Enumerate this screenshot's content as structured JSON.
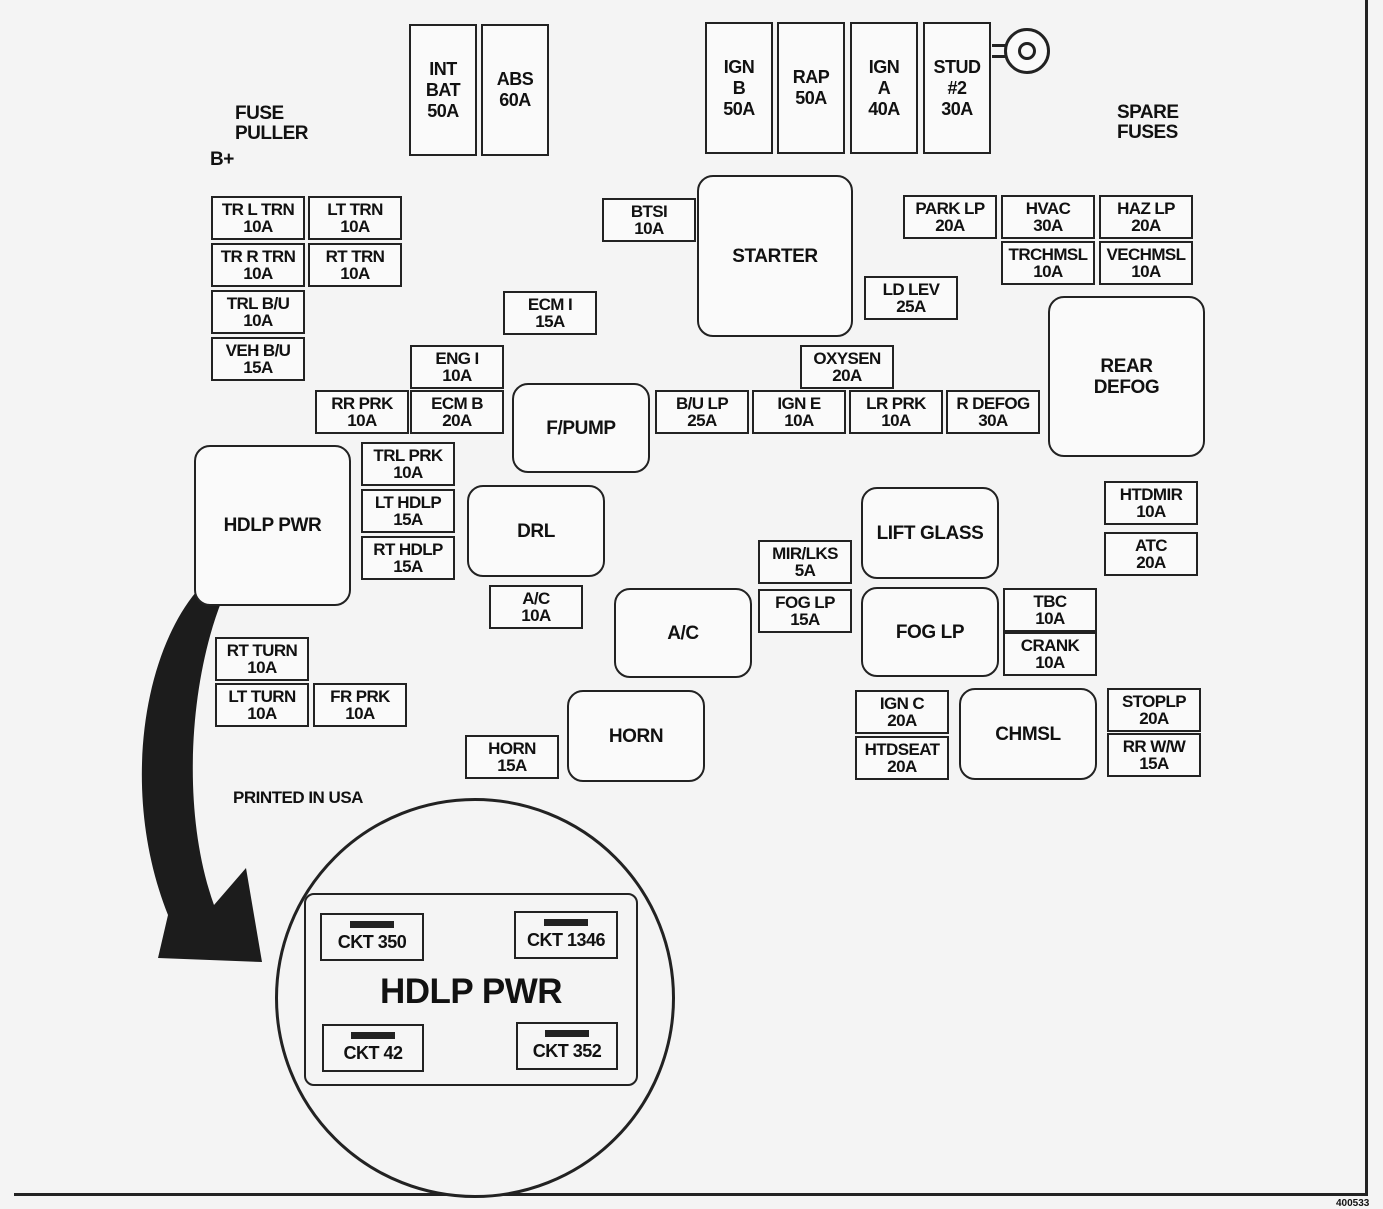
{
  "labels": {
    "fuse_puller": "FUSE\nPULLER",
    "b_plus": "B+",
    "spare_fuses": "SPARE\nFUSES",
    "printed": "PRINTED IN USA",
    "figure_id": "400533"
  },
  "maxi_fuses": [
    {
      "name": "INT\nBAT",
      "amps": "50A"
    },
    {
      "name": "ABS",
      "amps": "60A"
    },
    {
      "name": "IGN\nB",
      "amps": "50A"
    },
    {
      "name": "RAP",
      "amps": "50A"
    },
    {
      "name": "IGN\nA",
      "amps": "40A"
    },
    {
      "name": "STUD\n#2",
      "amps": "30A"
    }
  ],
  "fuses": [
    {
      "name": "TR L TRN",
      "amps": "10A"
    },
    {
      "name": "LT TRN",
      "amps": "10A"
    },
    {
      "name": "TR R TRN",
      "amps": "10A"
    },
    {
      "name": "RT TRN",
      "amps": "10A"
    },
    {
      "name": "TRL B/U",
      "amps": "10A"
    },
    {
      "name": "VEH B/U",
      "amps": "15A"
    },
    {
      "name": "ECM I",
      "amps": "15A"
    },
    {
      "name": "BTSI",
      "amps": "10A"
    },
    {
      "name": "PARK LP",
      "amps": "20A"
    },
    {
      "name": "HVAC",
      "amps": "30A"
    },
    {
      "name": "HAZ LP",
      "amps": "20A"
    },
    {
      "name": "TRCHMSL",
      "amps": "10A"
    },
    {
      "name": "VECHMSL",
      "amps": "10A"
    },
    {
      "name": "LD LEV",
      "amps": "25A"
    },
    {
      "name": "ENG I",
      "amps": "10A"
    },
    {
      "name": "OXYSEN",
      "amps": "20A"
    },
    {
      "name": "RR PRK",
      "amps": "10A"
    },
    {
      "name": "ECM B",
      "amps": "20A"
    },
    {
      "name": "B/U LP",
      "amps": "25A"
    },
    {
      "name": "IGN E",
      "amps": "10A"
    },
    {
      "name": "LR PRK",
      "amps": "10A"
    },
    {
      "name": "R DEFOG",
      "amps": "30A"
    },
    {
      "name": "TRL PRK",
      "amps": "10A"
    },
    {
      "name": "LT HDLP",
      "amps": "15A"
    },
    {
      "name": "RT HDLP",
      "amps": "15A"
    },
    {
      "name": "HTDMIR",
      "amps": "10A"
    },
    {
      "name": "ATC",
      "amps": "20A"
    },
    {
      "name": "MIR/LKS",
      "amps": "5A"
    },
    {
      "name": "A/C",
      "amps": "10A"
    },
    {
      "name": "FOG LP",
      "amps": "15A"
    },
    {
      "name": "TBC",
      "amps": "10A"
    },
    {
      "name": "CRANK",
      "amps": "10A"
    },
    {
      "name": "RT TURN",
      "amps": "10A"
    },
    {
      "name": "LT TURN",
      "amps": "10A"
    },
    {
      "name": "FR PRK",
      "amps": "10A"
    },
    {
      "name": "IGN C",
      "amps": "20A"
    },
    {
      "name": "HTDSEAT",
      "amps": "20A"
    },
    {
      "name": "STOPLP",
      "amps": "20A"
    },
    {
      "name": "RR W/W",
      "amps": "15A"
    },
    {
      "name": "HORN",
      "amps": "15A"
    }
  ],
  "relays": [
    {
      "name": "STARTER"
    },
    {
      "name": "REAR\nDEFOG"
    },
    {
      "name": "F/PUMP"
    },
    {
      "name": "HDLP PWR"
    },
    {
      "name": "DRL"
    },
    {
      "name": "LIFT GLASS"
    },
    {
      "name": "A/C"
    },
    {
      "name": "FOG LP"
    },
    {
      "name": "HORN"
    },
    {
      "name": "CHMSL"
    }
  ],
  "detail": {
    "title": "HDLP PWR",
    "circuits": [
      "CKT 350",
      "CKT 1346",
      "CKT 42",
      "CKT 352"
    ]
  }
}
